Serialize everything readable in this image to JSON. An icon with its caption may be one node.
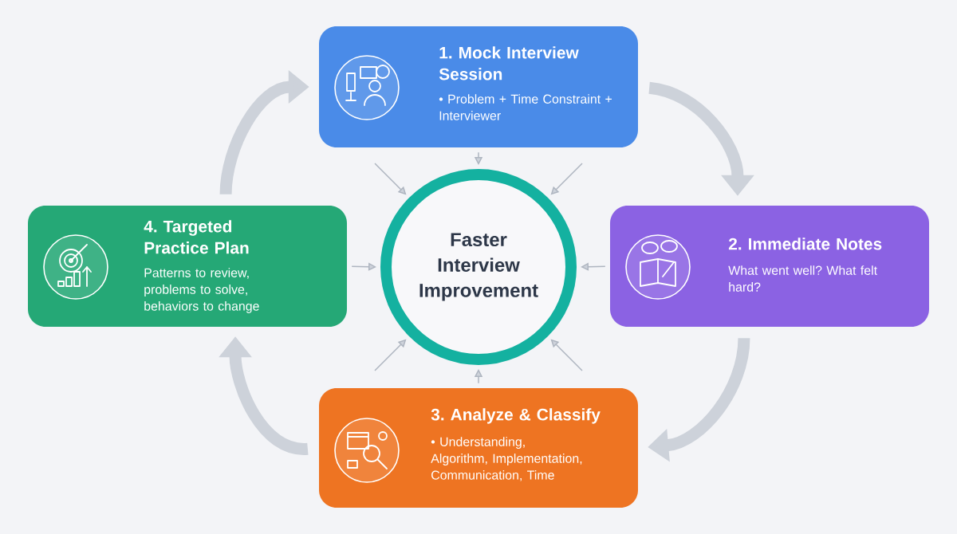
{
  "diagram": {
    "nodes": [
      {
        "text": [
          "1. Mock Interview Session",
          "• Problem + Time Constraint + Interviewer"
        ]
      },
      {
        "text": [
          "2. Immediate Notes",
          "What went well? What felt hard?"
        ]
      },
      {
        "text": [
          "3. Analyze & Classify",
          "• Understanding, Algorithm, Implementation, Communication, Time"
        ]
      },
      {
        "text": [
          "4. Targeted Practice Plan",
          "Patterns to review, problems to solve, behaviors to change"
        ]
      },
      {
        "text": [
          "Faster Interview Improvement"
        ]
      }
    ],
    "edges": [
      {
        "from": 0,
        "to": 1,
        "arrow": "to",
        "style": "thick"
      },
      {
        "from": 1,
        "to": 2,
        "arrow": "to",
        "style": "thick"
      },
      {
        "from": 2,
        "to": 3,
        "arrow": "to",
        "style": "thick"
      },
      {
        "from": 3,
        "to": 0,
        "arrow": "to",
        "style": "thick"
      },
      {
        "from": 0,
        "to": 4,
        "arrow": "to"
      },
      {
        "from": 1,
        "to": 4,
        "arrow": "to"
      },
      {
        "from": 2,
        "to": 4,
        "arrow": "to"
      },
      {
        "from": 3,
        "to": 4,
        "arrow": "to"
      },
      {
        "from": null,
        "to": 4,
        "arrow": "to"
      },
      {
        "from": null,
        "to": 4,
        "arrow": "to"
      },
      {
        "from": null,
        "to": 4,
        "arrow": "to"
      },
      {
        "from": null,
        "to": 4,
        "arrow": "to"
      }
    ]
  }
}
